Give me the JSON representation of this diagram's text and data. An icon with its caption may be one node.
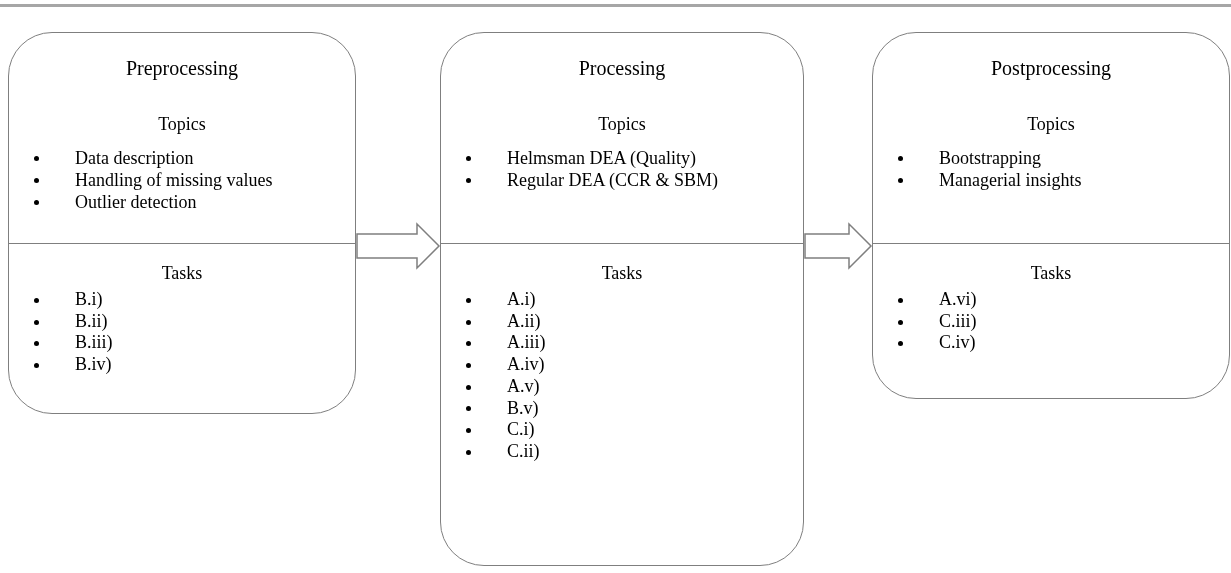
{
  "diagram": {
    "nodes": [
      {
        "text": [
          "Preprocessing"
        ]
      },
      {
        "text": [
          "Topics",
          "Data description",
          "Handling of missing values",
          "Outlier detection"
        ],
        "in": 0
      },
      {
        "text": [
          "Tasks",
          "B.i)",
          "B.ii)",
          "B.iii)",
          "B.iv)"
        ],
        "in": 0
      },
      {
        "text": [
          "Processing"
        ]
      },
      {
        "text": [
          "Topics",
          "Helmsman DEA (Quality)",
          "Regular DEA (CCR & SBM)"
        ],
        "in": 3
      },
      {
        "text": [
          "Tasks",
          "A.i)",
          "A.ii)",
          "A.iii)",
          "A.iv)",
          "A.v)",
          "B.v)",
          "C.i)",
          "C.ii)"
        ],
        "in": 3
      },
      {
        "text": [
          "Postprocessing"
        ]
      },
      {
        "text": [
          "Topics",
          "Bootstrapping",
          "Managerial insights"
        ],
        "in": 6
      },
      {
        "text": [
          "Tasks",
          "A.vi)",
          "C.iii)",
          "C.iv)"
        ],
        "in": 6
      }
    ],
    "edges": [
      {
        "from": 0,
        "to": 3,
        "arrow": "to"
      },
      {
        "from": 3,
        "to": 6,
        "arrow": "to"
      }
    ]
  }
}
